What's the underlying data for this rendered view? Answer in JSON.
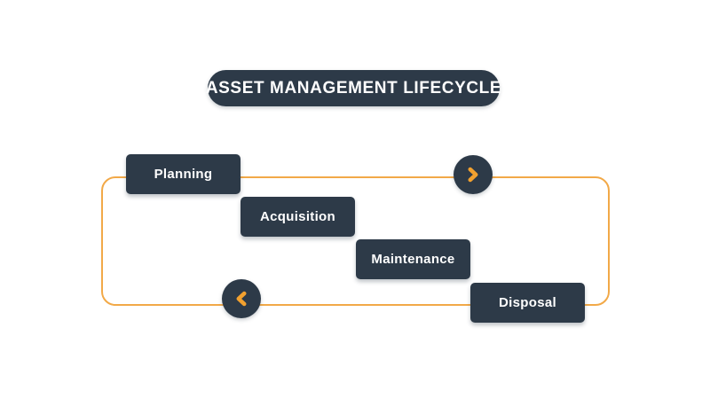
{
  "title": {
    "label": "ASSET MANAGEMENT LIFECYCLE"
  },
  "diagram": {
    "name": "asset-management-lifecycle-loop",
    "stages": [
      {
        "label": "Planning"
      },
      {
        "label": "Acquisition"
      },
      {
        "label": "Maintenance"
      },
      {
        "label": "Disposal"
      }
    ],
    "nav": {
      "forward_icon": "chevron-right",
      "backward_icon": "chevron-left"
    }
  },
  "colors": {
    "background": "#ffffff",
    "dark_slate": "#2d3a48",
    "loop_orange": "#f2a948",
    "chevron_orange": "#f2a12f",
    "text_white": "#ffffff"
  }
}
